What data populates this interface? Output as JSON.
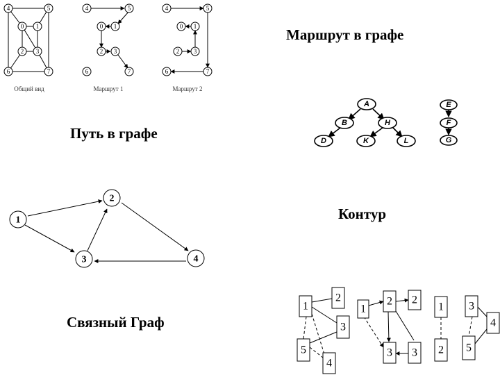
{
  "labels": {
    "route": "Маршрут в графе",
    "path": "Путь в графе",
    "cycle": "Контур",
    "connected": "Связный Граф"
  },
  "small_graphs": {
    "captions": [
      "Общий вид",
      "Маршрут 1",
      "Маршрут 2"
    ],
    "nodes": [
      "4",
      "5",
      "0",
      "1",
      "2",
      "3",
      "6",
      "7"
    ]
  },
  "trees": {
    "tree1": [
      "A",
      "B",
      "H",
      "D",
      "K",
      "L"
    ],
    "tree2": [
      "E",
      "F",
      "G"
    ]
  },
  "digraph": {
    "nodes": [
      "1",
      "2",
      "3",
      "4"
    ]
  },
  "boxes": {
    "group1": [
      "1",
      "2",
      "3",
      "5",
      "4"
    ],
    "group2": [
      "1",
      "2",
      "2",
      "3",
      "3"
    ],
    "group3": [
      "1",
      "3",
      "4",
      "2",
      "5"
    ]
  }
}
